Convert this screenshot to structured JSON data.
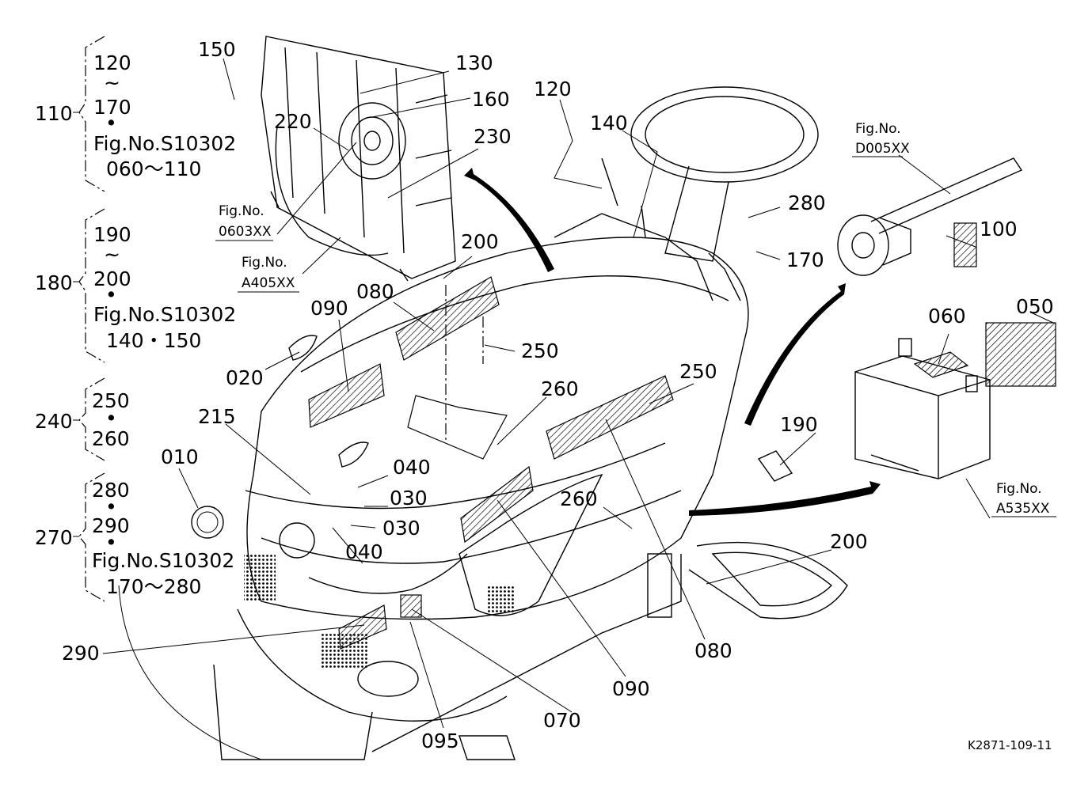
{
  "groups": [
    {
      "id": "110",
      "lines": [
        "120",
        "~",
        "170",
        "•",
        "Fig.No.S10302",
        "060～110"
      ]
    },
    {
      "id": "180",
      "lines": [
        "190",
        "~",
        "200",
        "•",
        "Fig.No.S10302",
        "140・150"
      ]
    },
    {
      "id": "240",
      "lines": [
        "250",
        "•",
        "260"
      ]
    },
    {
      "id": "270",
      "lines": [
        "280",
        "•",
        "290",
        "•",
        "Fig.No.S10302",
        "170～280"
      ]
    }
  ],
  "callouts": [
    "150",
    "130",
    "160",
    "220",
    "230",
    "120",
    "140",
    "280",
    "170",
    "100",
    "200",
    "080",
    "090",
    "250",
    "020",
    "260",
    "250",
    "060",
    "050",
    "215",
    "190",
    "010",
    "040",
    "030",
    "030",
    "040",
    "260",
    "200",
    "290",
    "080",
    "090",
    "070",
    "095"
  ],
  "figrefs": [
    {
      "title": "Fig.No.",
      "code": "0603XX"
    },
    {
      "title": "Fig.No.",
      "code": "A405XX"
    },
    {
      "title": "Fig.No.",
      "code": "D005XX"
    },
    {
      "title": "Fig.No.",
      "code": "A535XX"
    }
  ],
  "drawing_id": "K2871-109-11"
}
